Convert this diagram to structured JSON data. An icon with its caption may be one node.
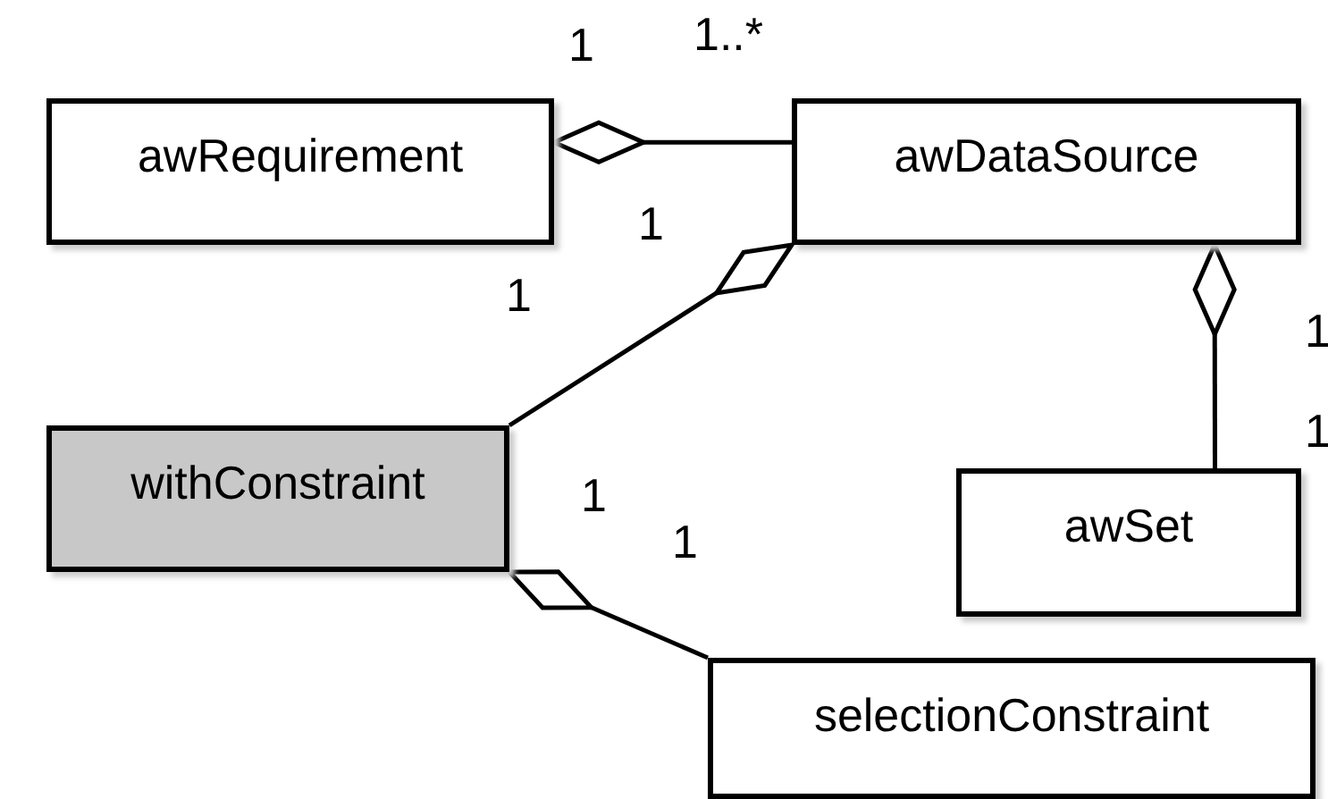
{
  "diagram": {
    "nodes": [
      {
        "text": [
          "awRequirement"
        ]
      },
      {
        "text": [
          "awDataSource"
        ]
      },
      {
        "text": [
          "withConstraint"
        ]
      },
      {
        "text": [
          "awSet"
        ]
      },
      {
        "text": [
          "selectionConstraint"
        ]
      }
    ],
    "edges": [
      {
        "from": 0,
        "to": 1,
        "arrow": "other"
      },
      {
        "from": 1,
        "to": 2,
        "arrow": "other"
      },
      {
        "from": 1,
        "to": 3,
        "arrow": "other"
      },
      {
        "from": 2,
        "to": 4,
        "arrow": "other"
      }
    ],
    "labels": [
      "1",
      "1..*",
      "1",
      "1",
      "1",
      "1",
      "1",
      "1"
    ]
  }
}
